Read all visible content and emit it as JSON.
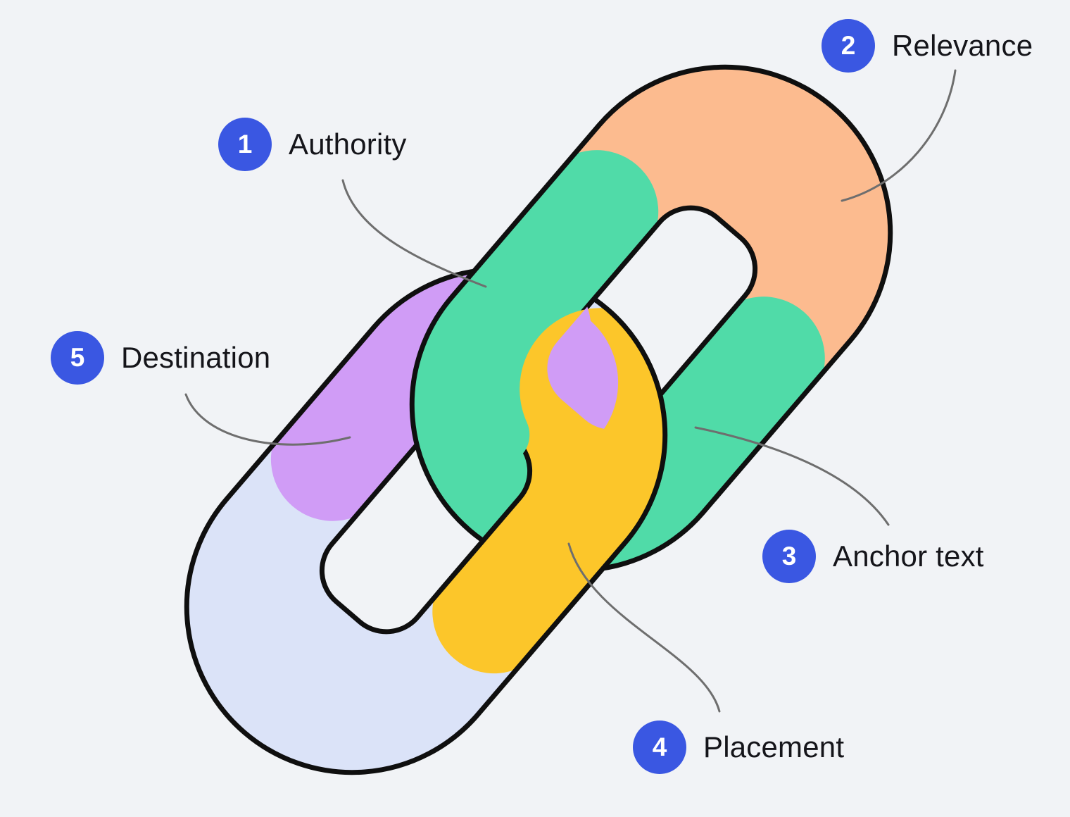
{
  "diagram": {
    "type": "interlocked-chain-links-annotated",
    "link_count": 2,
    "callouts": [
      {
        "number": "1",
        "label": "Authority",
        "target_color": "#50dba8"
      },
      {
        "number": "2",
        "label": "Relevance",
        "target_color": "#fcbb8f"
      },
      {
        "number": "3",
        "label": "Anchor text",
        "target_color": "#50dba8"
      },
      {
        "number": "4",
        "label": "Placement",
        "target_color": "#fcc62a"
      },
      {
        "number": "5",
        "label": "Destination",
        "target_color": "#d09cf6"
      }
    ],
    "badge": {
      "background": "#3a57e2",
      "text_color": "#ffffff"
    }
  },
  "colors": {
    "background": "#f1f3f6",
    "outline": "#0f0f0f",
    "orange": "#fcbb8f",
    "green": "#50dba8",
    "purple": "#d09cf6",
    "periwinkle": "#dbe3f8",
    "yellow": "#fcc62a",
    "badge-blue": "#3a57e2",
    "connector": "#6e6e6e",
    "label-text": "#15151a"
  }
}
